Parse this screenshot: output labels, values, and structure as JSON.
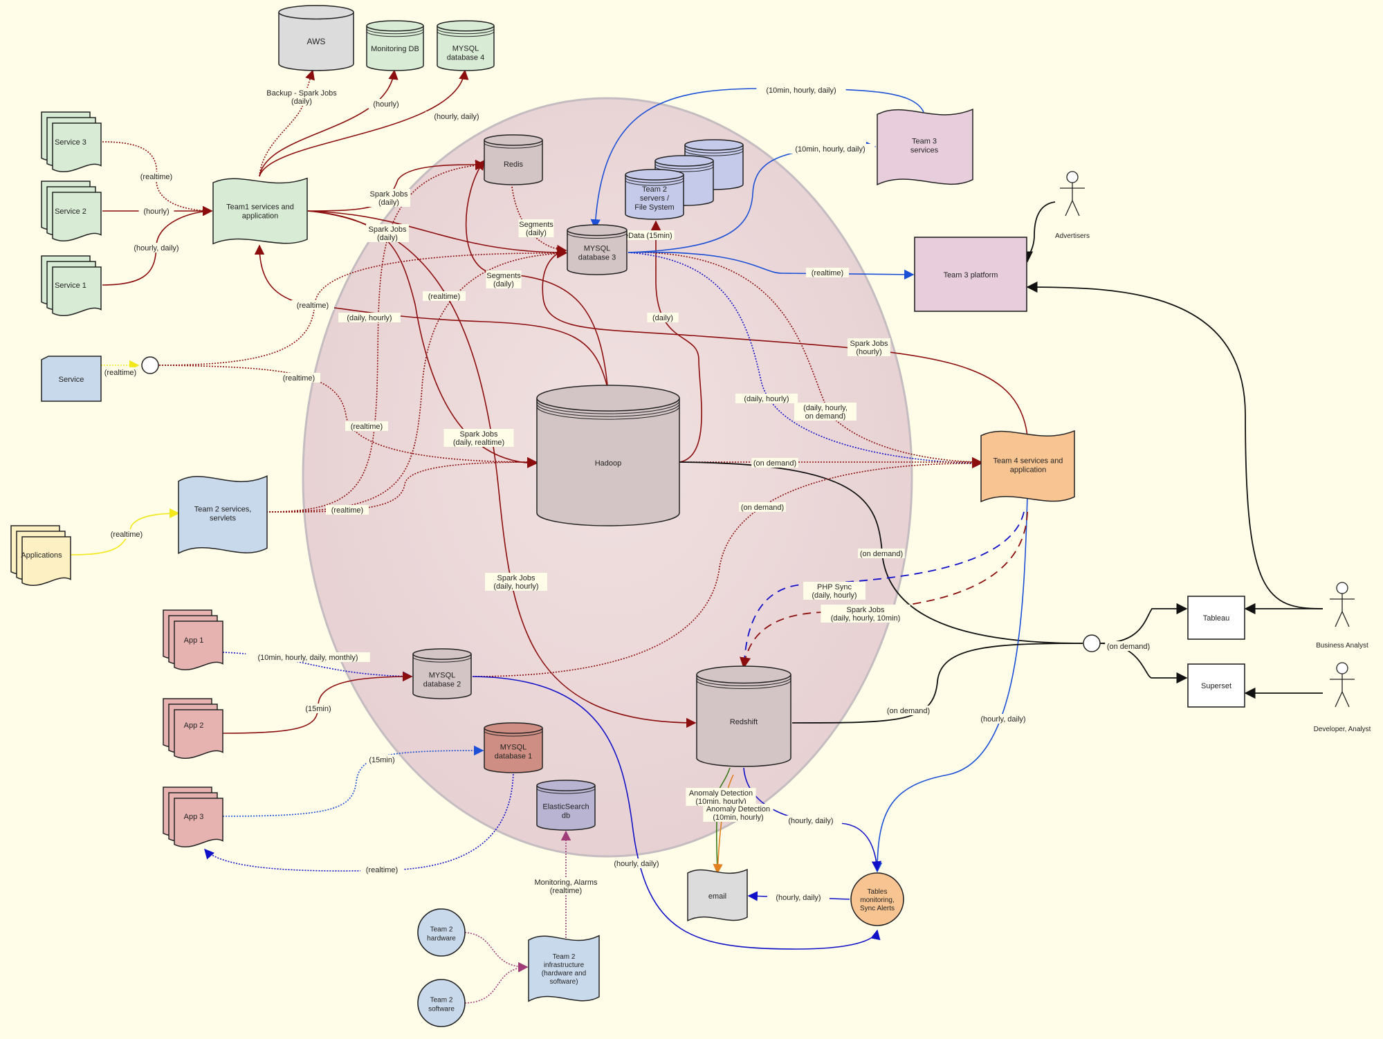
{
  "nodes": {
    "aws": {
      "label": [
        "AWS"
      ]
    },
    "monitoring_db": {
      "label": [
        "Monitoring DB"
      ]
    },
    "mysql4": {
      "label": [
        "MYSQL",
        "database 4"
      ]
    },
    "service3": {
      "label": [
        "Service 3"
      ]
    },
    "service2": {
      "label": [
        "Service 2"
      ]
    },
    "service1": {
      "label": [
        "Service 1"
      ]
    },
    "team1": {
      "label": [
        "Team1 services and",
        "application"
      ]
    },
    "service": {
      "label": [
        "Service"
      ]
    },
    "redis": {
      "label": [
        "Redis"
      ]
    },
    "team2_servers": {
      "label": [
        "Team 2",
        "servers /",
        "File System"
      ]
    },
    "mysql3": {
      "label": [
        "MYSQL",
        "database 3"
      ]
    },
    "team3_services": {
      "label": [
        "Team 3",
        "services"
      ]
    },
    "advertisers": {
      "label": [
        "Advertisers"
      ]
    },
    "team3_platform": {
      "label": [
        "Team 3 platform"
      ]
    },
    "hadoop": {
      "label": [
        "Hadoop"
      ]
    },
    "team4": {
      "label": [
        "Team 4 services and",
        "application"
      ]
    },
    "team2_services": {
      "label": [
        "Team 2 services,",
        "servlets"
      ]
    },
    "applications": {
      "label": [
        "Applications"
      ]
    },
    "app1": {
      "label": [
        "App 1"
      ]
    },
    "app2": {
      "label": [
        "App 2"
      ]
    },
    "app3": {
      "label": [
        "App 3"
      ]
    },
    "mysql2": {
      "label": [
        "MYSQL",
        "database 2"
      ]
    },
    "mysql1": {
      "label": [
        "MYSQL",
        "database 1"
      ]
    },
    "elasticsearch": {
      "label": [
        "ElasticSearch",
        "db"
      ]
    },
    "redshift": {
      "label": [
        "Redshift"
      ]
    },
    "tableau": {
      "label": [
        "Tableau"
      ]
    },
    "superset": {
      "label": [
        "Superset"
      ]
    },
    "business_analyst": {
      "label": [
        "Business Analyst"
      ]
    },
    "developer_analyst": {
      "label": [
        "Developer, Analyst"
      ]
    },
    "email": {
      "label": [
        "email"
      ]
    },
    "tables_monitoring": {
      "label": [
        "Tables",
        "monitoring,",
        "Sync Alerts"
      ]
    },
    "team2_hardware": {
      "label": [
        "Team 2",
        "hardware"
      ]
    },
    "team2_software": {
      "label": [
        "Team 2",
        "software"
      ]
    },
    "team2_infra": {
      "label": [
        "Team 2",
        "infrastructure",
        "(hardware and",
        "software)"
      ]
    }
  },
  "edge_labels": {
    "backup": [
      "Backup - Spark Jobs",
      "(daily)"
    ],
    "hourly_mon": [
      "(hourly)"
    ],
    "hourly_daily_mysql4": [
      "(hourly, daily)"
    ],
    "s3_realtime": [
      "(realtime)"
    ],
    "s2_hourly": [
      "(hourly)"
    ],
    "s1_hourly_daily": [
      "(hourly, daily)"
    ],
    "spark_daily_1": [
      "Spark Jobs",
      "(daily)"
    ],
    "spark_daily_2": [
      "Spark Jobs",
      "(daily)"
    ],
    "segments_daily_1": [
      "Segments",
      "(daily)"
    ],
    "segments_daily_2": [
      "Segments",
      "(daily)"
    ],
    "cachedata": [
      "CacheData (15min)"
    ],
    "tenmin_top": [
      "(10min, hourly, daily)"
    ],
    "tenmin_team3": [
      "(10min, hourly, daily)"
    ],
    "realtime_team3": [
      "(realtime)"
    ],
    "daily_hourly_team1": [
      "(daily, hourly)"
    ],
    "realtime_circle1": [
      "(realtime)"
    ],
    "realtime_circle2": [
      "(realtime)"
    ],
    "daily_hadoop": [
      "(daily)"
    ],
    "spark_hourly_team4": [
      "Spark Jobs",
      "(hourly)"
    ],
    "service_realtime": [
      "(realtime)"
    ],
    "realtime_mid1": [
      "(realtime)"
    ],
    "realtime_mid2": [
      "(realtime)"
    ],
    "daily_hourly_team4": [
      "(daily, hourly)"
    ],
    "daily_hourly_ondemand": [
      "(daily, hourly,",
      "on demand)"
    ],
    "spark_daily_realtime": [
      "Spark Jobs",
      "(daily, realtime)"
    ],
    "on_demand_hadoop": [
      "(on demand)"
    ],
    "on_demand_mysql2": [
      "(on demand)"
    ],
    "team2_realtime": [
      "(realtime)"
    ],
    "apps_realtime": [
      "(realtime)"
    ],
    "on_demand_hadoop_circle": [
      "(on demand)"
    ],
    "spark_daily_hourly": [
      "Spark Jobs",
      "(daily, hourly)"
    ],
    "php_sync": [
      "PHP Sync",
      "(daily, hourly)"
    ],
    "spark_daily_hourly_10min": [
      "Spark Jobs",
      "(daily, hourly, 10min)"
    ],
    "app1_label": [
      "(10min, hourly, daily, monthly)"
    ],
    "app2_15min": [
      "(15min)"
    ],
    "app3_15min": [
      "(15min)"
    ],
    "mysql1_realtime": [
      "(realtime)"
    ],
    "on_demand_bi": [
      "(on demand)"
    ],
    "on_demand_redshift": [
      "(on demand)"
    ],
    "hourly_daily_team4_tables": [
      "(hourly, daily)"
    ],
    "anomaly_1": [
      "Anomaly Detection",
      "(10min, hourly)"
    ],
    "anomaly_2": [
      "Anomaly Detection",
      "(10min, hourly)"
    ],
    "hourly_daily_redshift_tables": [
      "(hourly, daily)"
    ],
    "hourly_daily_mysql2_tables": [
      "(hourly, daily)"
    ],
    "hourly_daily_email": [
      "(hourly, daily)"
    ],
    "monitoring_alarms": [
      "Monitoring, Alarms",
      "(realtime)"
    ]
  },
  "colors": {
    "background": "#fffde8",
    "dark_red": "#8b0d0d",
    "blue": "#1a4fd6",
    "navy": "#1010c8",
    "black": "#111111",
    "yellow": "#f3e81a",
    "purple": "#a03c78",
    "orange": "#e0801e",
    "green": "#3a7a1a",
    "green_fill": "#d8ebd5",
    "grey_fill": "#dcdcdc",
    "blue_fill": "#c9d9ec",
    "lavender_fill": "#c5c9ea",
    "pink_fill": "#e8cedd",
    "orange_fill": "#f8c592",
    "cream_fill": "#fdf0c2",
    "salmon_fill": "#e6b3b0",
    "rose_fill": "#cf8e84",
    "mauve_fill": "#d3c5c6",
    "es_fill": "#b8b4d2"
  }
}
